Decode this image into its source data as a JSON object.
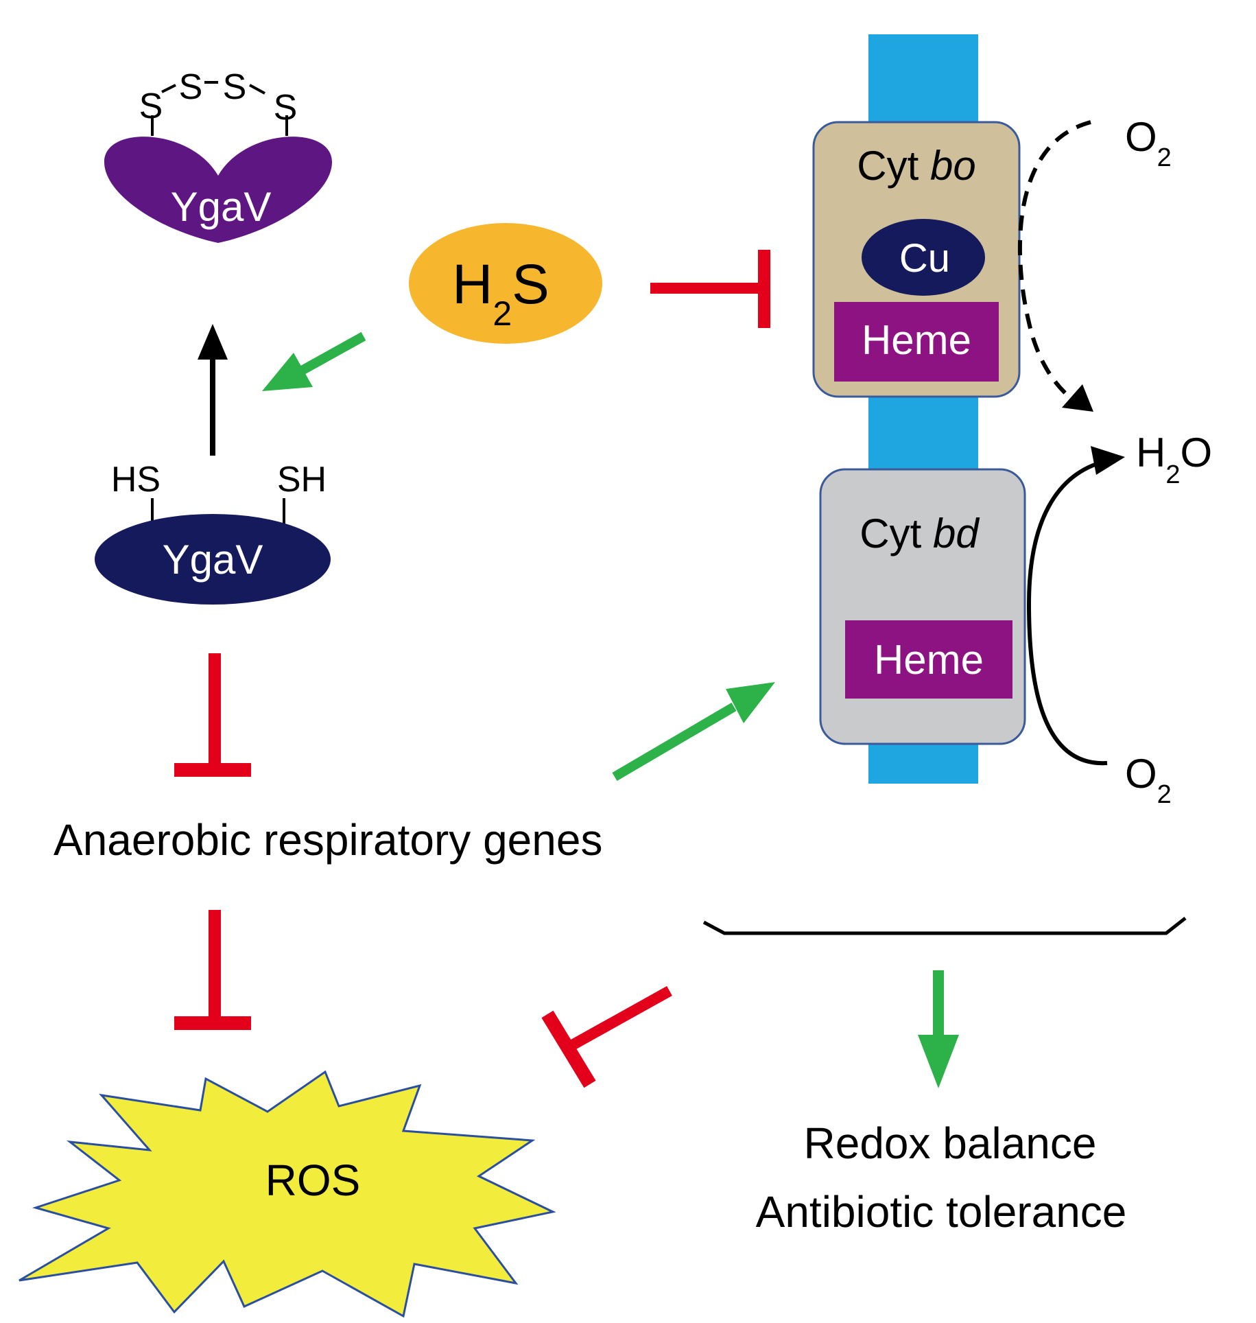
{
  "colors": {
    "inhibit": "#e3001b",
    "activate": "#2db24a",
    "membrane": "#1fa6e0",
    "ygav_oxidized": "#5e1682",
    "ygav_reduced": "#141a5c",
    "h2s": "#f6b62e",
    "cyt_bo": "#cfc09b",
    "cyt_bd": "#c9cacb",
    "heme": "#8e1382",
    "copper": "#141a5c",
    "ros": "#f2ec3c",
    "ros_outline": "#2b4fa0"
  },
  "oxidized_ygav": {
    "label": "YgaV",
    "sulfur_chain": [
      "S",
      "S",
      "S",
      "S"
    ]
  },
  "reduced_ygav": {
    "label": "YgaV",
    "left_thiol": "HS",
    "right_thiol": "SH"
  },
  "h2s": {
    "main": "H",
    "sub": "2",
    "tail": "S"
  },
  "cyt_bo": {
    "prefix": "Cyt ",
    "suffix": "bo",
    "copper_label": "Cu",
    "heme_label": "Heme"
  },
  "cyt_bd": {
    "prefix": "Cyt ",
    "suffix": "bd",
    "heme_label": "Heme"
  },
  "oxygen_top": {
    "main": "O",
    "sub": "2"
  },
  "water": {
    "main": "H",
    "sub": "2",
    "tail": "O"
  },
  "oxygen_bottom": {
    "main": "O",
    "sub": "2"
  },
  "anaerobic_genes": "Anaerobic respiratory genes",
  "ros": "ROS",
  "outcomes": [
    "Redox balance",
    "Antibiotic tolerance"
  ]
}
